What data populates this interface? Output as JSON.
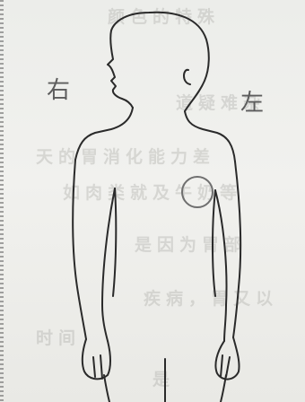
{
  "labels": {
    "right": "右",
    "left": "左"
  },
  "bleed_through": [
    "颜色的特殊",
    "道疑难杂",
    "天的胃消化能力差",
    "如肉类就及牛奶等",
    "是因为胃部",
    "疾病，胃又以",
    "时间",
    "是"
  ],
  "colors": {
    "ink": "#2a2a2a",
    "paper": "#efefec",
    "mark": "#6f6f6f"
  }
}
